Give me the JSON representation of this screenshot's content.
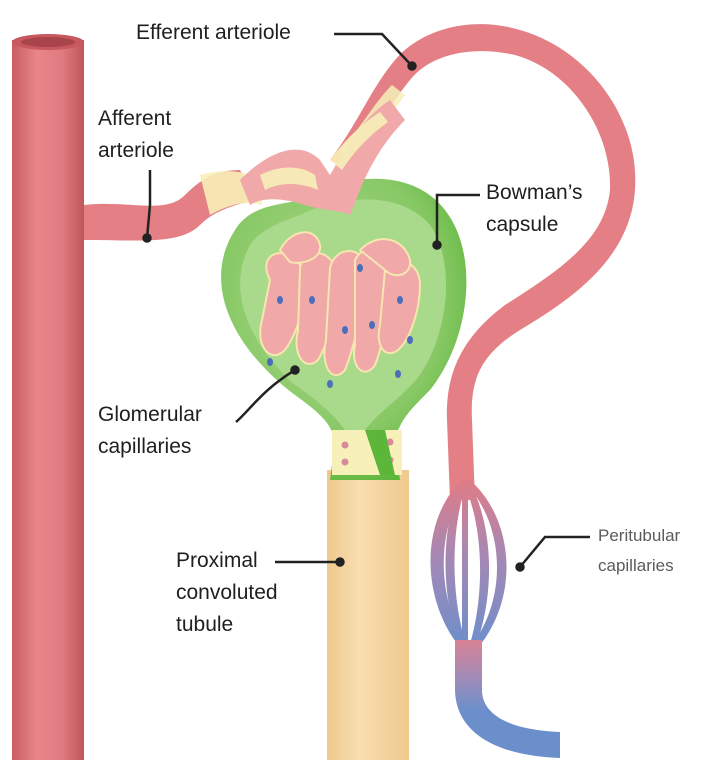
{
  "diagram": {
    "labels": {
      "efferent": "Efferent arteriole",
      "afferent_line1": "Afferent",
      "afferent_line2": "arteriole",
      "bowman_line1": "Bowman’s",
      "bowman_line2": "capsule",
      "glomerular_line1": "Glomerular",
      "glomerular_line2": "capillaries",
      "pct_line1": "Proximal",
      "pct_line2": "convoluted",
      "pct_line3": "tubule",
      "peritubular_line1": "Peritubular",
      "peritubular_line2": "capillaries"
    },
    "colors": {
      "vessel_red": "#e47f85",
      "vessel_red_dark": "#c45a60",
      "vessel_blue": "#6b8fcb",
      "capsule_green": "#5cb63a",
      "capsule_light": "#9fd27a",
      "tubule": "#f6d9a6",
      "glomerulus": "#f0a8a8",
      "lining": "#f7f0b8",
      "nuclei": "#4b6eb8",
      "leader": "#222222"
    }
  }
}
